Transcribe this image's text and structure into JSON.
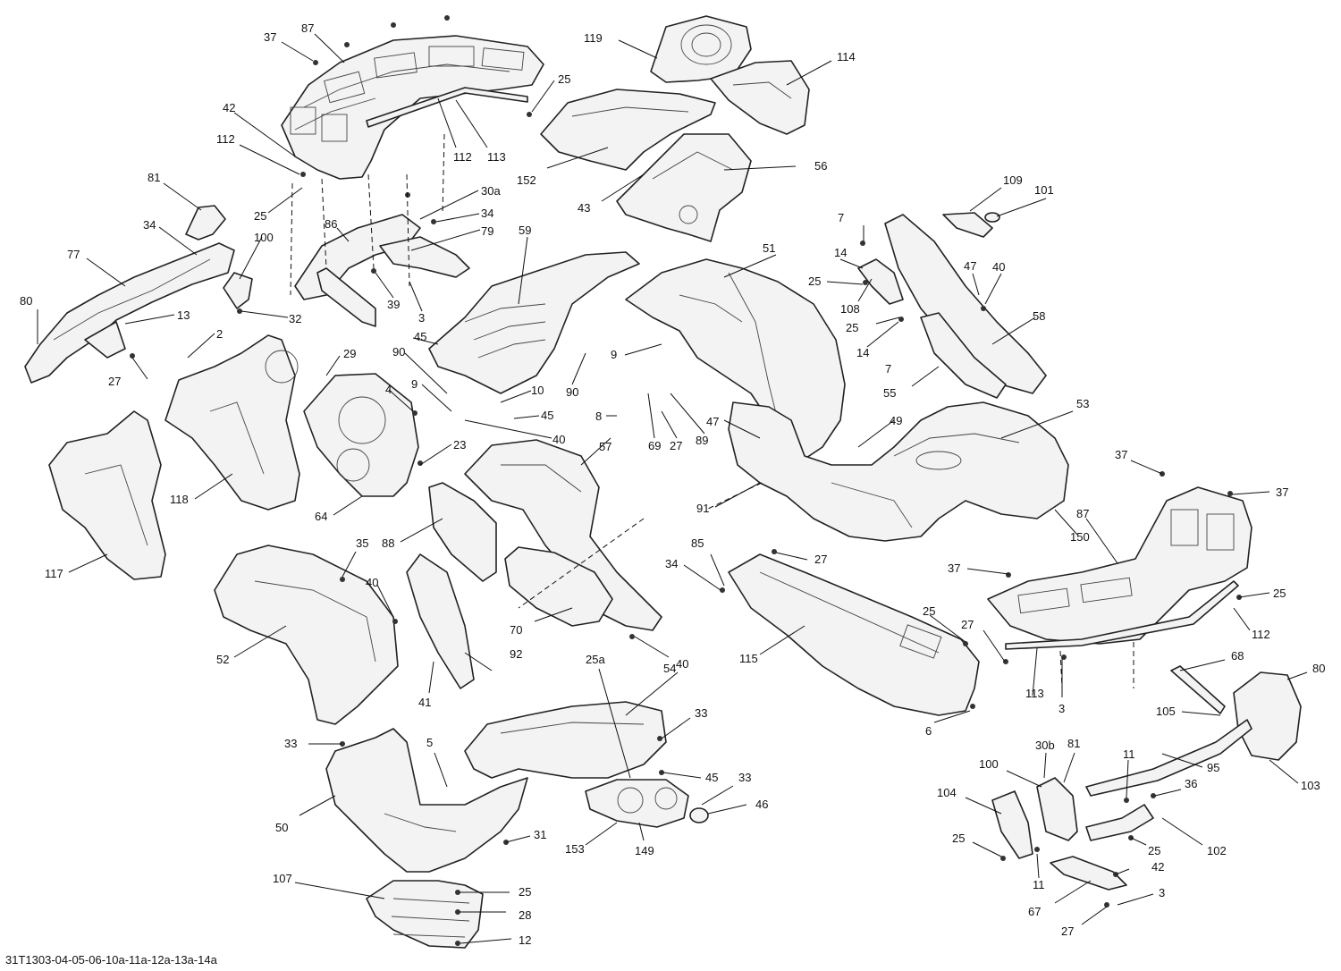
{
  "diagram_ref": "31T1303-04-05-06-10a-11a-12a-13a-14a",
  "colors": {
    "line": "#222222",
    "fill": "#f3f3f3",
    "background": "#ffffff"
  },
  "callouts": [
    {
      "id": "c-37-a",
      "label": "37"
    },
    {
      "id": "c-87-a",
      "label": "87"
    },
    {
      "id": "c-119",
      "label": "119"
    },
    {
      "id": "c-114",
      "label": "114"
    },
    {
      "id": "c-25-a",
      "label": "25"
    },
    {
      "id": "c-42-a",
      "label": "42"
    },
    {
      "id": "c-112-a",
      "label": "112"
    },
    {
      "id": "c-112-b",
      "label": "112"
    },
    {
      "id": "c-113-a",
      "label": "113"
    },
    {
      "id": "c-152",
      "label": "152"
    },
    {
      "id": "c-56",
      "label": "56"
    },
    {
      "id": "c-43",
      "label": "43"
    },
    {
      "id": "c-81-a",
      "label": "81"
    },
    {
      "id": "c-25-b",
      "label": "25"
    },
    {
      "id": "c-30a",
      "label": "30a"
    },
    {
      "id": "c-34-a",
      "label": "34"
    },
    {
      "id": "c-86",
      "label": "86"
    },
    {
      "id": "c-79",
      "label": "79"
    },
    {
      "id": "c-59",
      "label": "59"
    },
    {
      "id": "c-34-b",
      "label": "34"
    },
    {
      "id": "c-100-a",
      "label": "100"
    },
    {
      "id": "c-77",
      "label": "77"
    },
    {
      "id": "c-80-a",
      "label": "80"
    },
    {
      "id": "c-13",
      "label": "13"
    },
    {
      "id": "c-32",
      "label": "32"
    },
    {
      "id": "c-39",
      "label": "39"
    },
    {
      "id": "c-3-a",
      "label": "3"
    },
    {
      "id": "c-51",
      "label": "51"
    },
    {
      "id": "c-7-a",
      "label": "7"
    },
    {
      "id": "c-109",
      "label": "109"
    },
    {
      "id": "c-101",
      "label": "101"
    },
    {
      "id": "c-14-a",
      "label": "14"
    },
    {
      "id": "c-25-c",
      "label": "25"
    },
    {
      "id": "c-47-a",
      "label": "47"
    },
    {
      "id": "c-40-a",
      "label": "40"
    },
    {
      "id": "c-108",
      "label": "108"
    },
    {
      "id": "c-25-d",
      "label": "25"
    },
    {
      "id": "c-14-b",
      "label": "14"
    },
    {
      "id": "c-7-b",
      "label": "7"
    },
    {
      "id": "c-58",
      "label": "58"
    },
    {
      "id": "c-55",
      "label": "55"
    },
    {
      "id": "c-2",
      "label": "2"
    },
    {
      "id": "c-29",
      "label": "29"
    },
    {
      "id": "c-45-a",
      "label": "45"
    },
    {
      "id": "c-90-a",
      "label": "90"
    },
    {
      "id": "c-9-a",
      "label": "9"
    },
    {
      "id": "c-27-a",
      "label": "27"
    },
    {
      "id": "c-4",
      "label": "4"
    },
    {
      "id": "c-9-b",
      "label": "9"
    },
    {
      "id": "c-10",
      "label": "10"
    },
    {
      "id": "c-90-b",
      "label": "90"
    },
    {
      "id": "c-45-b",
      "label": "45"
    },
    {
      "id": "c-8",
      "label": "8"
    },
    {
      "id": "c-40-b",
      "label": "40"
    },
    {
      "id": "c-57",
      "label": "57"
    },
    {
      "id": "c-69",
      "label": "69"
    },
    {
      "id": "c-27-b",
      "label": "27"
    },
    {
      "id": "c-89",
      "label": "89"
    },
    {
      "id": "c-47-b",
      "label": "47"
    },
    {
      "id": "c-49",
      "label": "49"
    },
    {
      "id": "c-53",
      "label": "53"
    },
    {
      "id": "c-23",
      "label": "23"
    },
    {
      "id": "c-118",
      "label": "118"
    },
    {
      "id": "c-64",
      "label": "64"
    },
    {
      "id": "c-91",
      "label": "91"
    },
    {
      "id": "c-117",
      "label": "117"
    },
    {
      "id": "c-88",
      "label": "88"
    },
    {
      "id": "c-35",
      "label": "35"
    },
    {
      "id": "c-37-b",
      "label": "37"
    },
    {
      "id": "c-37-c",
      "label": "37"
    },
    {
      "id": "c-87-b",
      "label": "87"
    },
    {
      "id": "c-150",
      "label": "150"
    },
    {
      "id": "c-85",
      "label": "85"
    },
    {
      "id": "c-27-c",
      "label": "27"
    },
    {
      "id": "c-34-c",
      "label": "34"
    },
    {
      "id": "c-37-d",
      "label": "37"
    },
    {
      "id": "c-25-e",
      "label": "25"
    },
    {
      "id": "c-40-c",
      "label": "40"
    },
    {
      "id": "c-25-f",
      "label": "25"
    },
    {
      "id": "c-27-d",
      "label": "27"
    },
    {
      "id": "c-112-c",
      "label": "112"
    },
    {
      "id": "c-70",
      "label": "70"
    },
    {
      "id": "c-52",
      "label": "52"
    },
    {
      "id": "c-115",
      "label": "115"
    },
    {
      "id": "c-40-d",
      "label": "40"
    },
    {
      "id": "c-92",
      "label": "92"
    },
    {
      "id": "c-68",
      "label": "68"
    },
    {
      "id": "c-80-b",
      "label": "80"
    },
    {
      "id": "c-113-b",
      "label": "113"
    },
    {
      "id": "c-3-b",
      "label": "3"
    },
    {
      "id": "c-41",
      "label": "41"
    },
    {
      "id": "c-25a",
      "label": "25a"
    },
    {
      "id": "c-54",
      "label": "54"
    },
    {
      "id": "c-105",
      "label": "105"
    },
    {
      "id": "c-6",
      "label": "6"
    },
    {
      "id": "c-33-a",
      "label": "33"
    },
    {
      "id": "c-33-b",
      "label": "33"
    },
    {
      "id": "c-5",
      "label": "5"
    },
    {
      "id": "c-30b",
      "label": "30b"
    },
    {
      "id": "c-81-b",
      "label": "81"
    },
    {
      "id": "c-11-a",
      "label": "11"
    },
    {
      "id": "c-45-c",
      "label": "45"
    },
    {
      "id": "c-100-b",
      "label": "100"
    },
    {
      "id": "c-95",
      "label": "95"
    },
    {
      "id": "c-103",
      "label": "103"
    },
    {
      "id": "c-33-c",
      "label": "33"
    },
    {
      "id": "c-36",
      "label": "36"
    },
    {
      "id": "c-50",
      "label": "50"
    },
    {
      "id": "c-46",
      "label": "46"
    },
    {
      "id": "c-104",
      "label": "104"
    },
    {
      "id": "c-31",
      "label": "31"
    },
    {
      "id": "c-153",
      "label": "153"
    },
    {
      "id": "c-149",
      "label": "149"
    },
    {
      "id": "c-25-g",
      "label": "25"
    },
    {
      "id": "c-102",
      "label": "102"
    },
    {
      "id": "c-25-h",
      "label": "25"
    },
    {
      "id": "c-42-b",
      "label": "42"
    },
    {
      "id": "c-107",
      "label": "107"
    },
    {
      "id": "c-25-i",
      "label": "25"
    },
    {
      "id": "c-11-b",
      "label": "11"
    },
    {
      "id": "c-28",
      "label": "28"
    },
    {
      "id": "c-3-c",
      "label": "3"
    },
    {
      "id": "c-67",
      "label": "67"
    },
    {
      "id": "c-27-e",
      "label": "27"
    },
    {
      "id": "c-12",
      "label": "12"
    }
  ]
}
